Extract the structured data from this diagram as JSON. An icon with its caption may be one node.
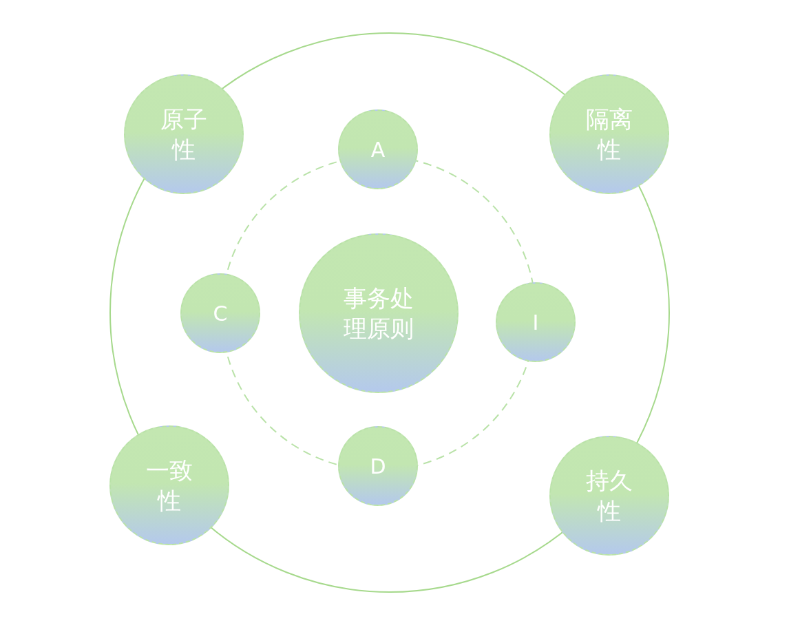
{
  "diagram": {
    "nodes": [
      {
        "text": [
          "原子性"
        ]
      },
      {
        "text": [
          "A"
        ]
      },
      {
        "text": [
          "隔离性"
        ]
      },
      {
        "text": [
          "C"
        ]
      },
      {
        "text": [
          "事务处理原则"
        ]
      },
      {
        "text": [
          "I"
        ]
      },
      {
        "text": [
          "一致性"
        ]
      },
      {
        "text": [
          "D"
        ]
      },
      {
        "text": [
          "持久性"
        ]
      }
    ]
  }
}
